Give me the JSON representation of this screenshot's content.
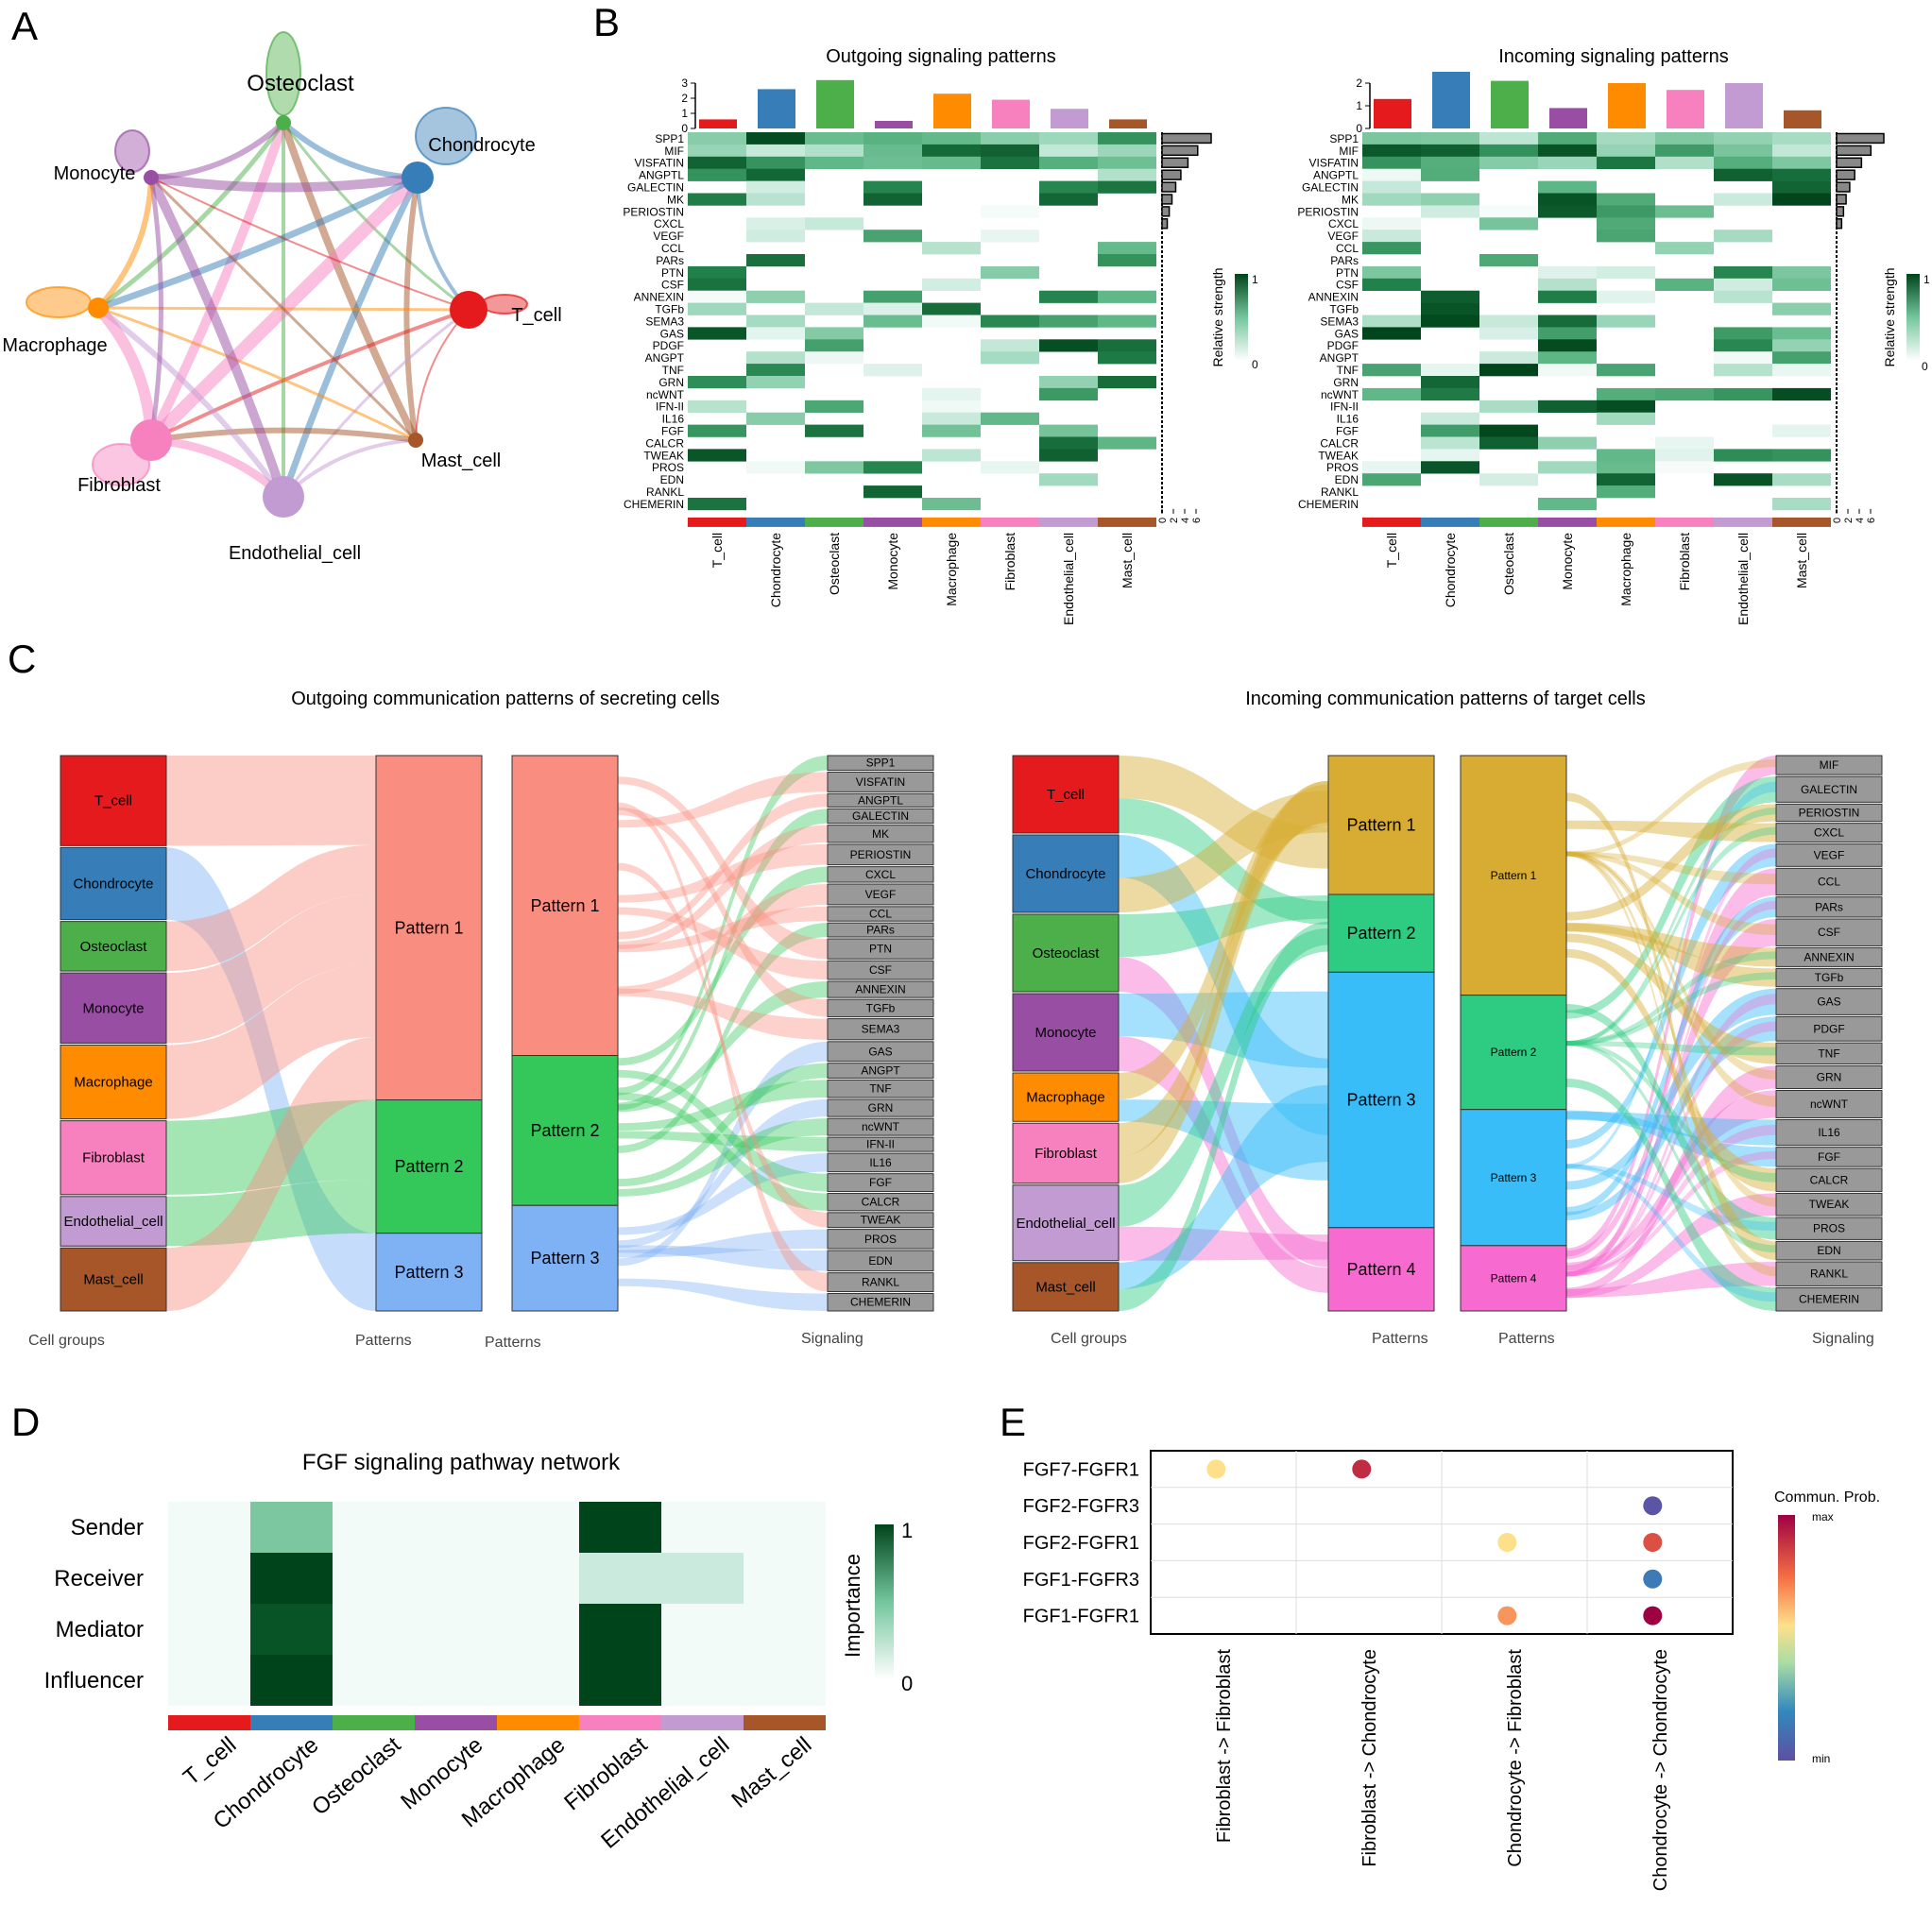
{
  "panels": [
    "A",
    "B",
    "C",
    "D",
    "E"
  ],
  "cell_types": [
    "T_cell",
    "Chondrocyte",
    "Osteoclast",
    "Monocyte",
    "Macrophage",
    "Fibroblast",
    "Endothelial_cell",
    "Mast_cell"
  ],
  "cell_colors": [
    "#E41A1C",
    "#377EB8",
    "#4DAF4A",
    "#984EA3",
    "#FF8C00",
    "#F781BF",
    "#C39BD3",
    "#A65628"
  ],
  "panelA": {
    "nodes": [
      "Osteoclast",
      "Chondrocyte",
      "T_cell",
      "Mast_cell",
      "Endothelial_cell",
      "Fibroblast",
      "Macrophage",
      "Monocyte"
    ]
  },
  "panelB": {
    "outgoing_title": "Outgoing signaling patterns",
    "incoming_title": "Incoming signaling patterns",
    "legend_label": "Relative strength",
    "legend_max": "1",
    "legend_min": "0",
    "outgoing_pathways": [
      "SPP1",
      "MIF",
      "VISFATIN",
      "ANGPTL",
      "GALECTIN",
      "MK",
      "PERIOSTIN",
      "CXCL",
      "VEGF",
      "CCL",
      "PARs",
      "PTN",
      "CSF",
      "ANNEXIN",
      "TGFb",
      "SEMA3",
      "GAS",
      "PDGF",
      "ANGPT",
      "TNF",
      "GRN",
      "ncWNT",
      "IFN-II",
      "IL16",
      "FGF",
      "CALCR",
      "TWEAK",
      "PROS",
      "EDN",
      "RANKL",
      "CHEMERIN"
    ],
    "incoming_pathways": [
      "SPP1",
      "MIF",
      "VISFATIN",
      "ANGPTL",
      "GALECTIN",
      "MK",
      "PERIOSTIN",
      "CXCL",
      "VEGF",
      "CCL",
      "PARs",
      "PTN",
      "CSF",
      "ANNEXIN",
      "TGFb",
      "SEMA3",
      "GAS",
      "PDGF",
      "ANGPT",
      "TNF",
      "GRN",
      "ncWNT",
      "IFN-II",
      "IL16",
      "FGF",
      "CALCR",
      "TWEAK",
      "PROS",
      "EDN",
      "RANKL",
      "CHEMERIN"
    ],
    "outgoing_top_values": [
      0.6,
      2.6,
      3.2,
      0.5,
      2.3,
      1.9,
      1.3,
      0.6
    ],
    "outgoing_top_ticks": [
      "0",
      "1",
      "2",
      "3"
    ],
    "incoming_top_values": [
      1.3,
      2.5,
      2.1,
      0.9,
      2.0,
      1.7,
      2.0,
      0.8
    ],
    "incoming_top_ticks": [
      "0",
      "1",
      "2"
    ],
    "side_ticks": [
      "0",
      "2",
      "4",
      "6"
    ]
  },
  "panelC": {
    "outgoing_title": "Outgoing communication patterns of secreting cells",
    "incoming_title": "Incoming communication patterns of target cells",
    "label_cell_groups": "Cell groups",
    "label_patterns": "Patterns",
    "label_signaling": "Signaling",
    "out_patterns": [
      "Pattern 1",
      "Pattern 2",
      "Pattern 3"
    ],
    "out_signaling": [
      "SPP1",
      "VISFATIN",
      "ANGPTL",
      "GALECTIN",
      "MK",
      "PERIOSTIN",
      "CXCL",
      "VEGF",
      "CCL",
      "PARs",
      "PTN",
      "CSF",
      "ANNEXIN",
      "TGFb",
      "SEMA3",
      "GAS",
      "ANGPT",
      "TNF",
      "GRN",
      "ncWNT",
      "IFN-II",
      "IL16",
      "FGF",
      "CALCR",
      "TWEAK",
      "PROS",
      "EDN",
      "RANKL",
      "CHEMERIN"
    ],
    "in_patterns": [
      "Pattern 1",
      "Pattern 2",
      "Pattern 3",
      "Pattern 4"
    ],
    "in_signaling": [
      "MIF",
      "GALECTIN",
      "PERIOSTIN",
      "CXCL",
      "VEGF",
      "CCL",
      "PARs",
      "CSF",
      "ANNEXIN",
      "TGFb",
      "GAS",
      "PDGF",
      "TNF",
      "GRN",
      "ncWNT",
      "IL16",
      "FGF",
      "CALCR",
      "TWEAK",
      "PROS",
      "EDN",
      "RANKL",
      "CHEMERIN"
    ]
  },
  "panelD": {
    "title": "FGF signaling pathway network",
    "rows": [
      "Sender",
      "Receiver",
      "Mediator",
      "Influencer"
    ],
    "legend_label": "Importance",
    "legend_max": "1",
    "legend_min": "0"
  },
  "panelE": {
    "legend_title": "Commun. Prob.",
    "legend_max": "max",
    "legend_min": "min",
    "rows": [
      "FGF7-FGFR1",
      "FGF2-FGFR3",
      "FGF2-FGFR1",
      "FGF1-FGFR3",
      "FGF1-FGFR1"
    ],
    "cols": [
      "Fibroblast -> Fibroblast",
      "Fibroblast -> Chondrocyte",
      "Chondrocyte -> Fibroblast",
      "Chondrocyte -> Chondrocyte"
    ]
  },
  "chart_data": [
    {
      "type": "heatmap",
      "title": "FGF signaling pathway network",
      "rows": [
        "Sender",
        "Receiver",
        "Mediator",
        "Influencer"
      ],
      "cols": [
        "T_cell",
        "Chondrocyte",
        "Osteoclast",
        "Monocyte",
        "Macrophage",
        "Fibroblast",
        "Endothelial_cell",
        "Mast_cell"
      ],
      "values": [
        [
          0,
          0.5,
          0,
          0,
          0,
          1,
          0,
          0
        ],
        [
          0,
          1,
          0,
          0,
          0,
          0.25,
          0.25,
          0
        ],
        [
          0,
          0.95,
          0,
          0,
          0,
          1,
          0,
          0
        ],
        [
          0,
          1,
          0,
          0,
          0,
          1,
          0,
          0
        ]
      ],
      "legend_label": "Importance",
      "range": [
        0,
        1
      ]
    },
    {
      "type": "scatter",
      "legend_title": "Commun. Prob.",
      "rows": [
        "FGF7-FGFR1",
        "FGF2-FGFR3",
        "FGF2-FGFR1",
        "FGF1-FGFR3",
        "FGF1-FGFR1"
      ],
      "cols": [
        "Fibroblast -> Fibroblast",
        "Fibroblast -> Chondrocyte",
        "Chondrocyte -> Fibroblast",
        "Chondrocyte -> Chondrocyte"
      ],
      "points": [
        {
          "row": "FGF7-FGFR1",
          "col": "Fibroblast -> Fibroblast",
          "value": 0.55
        },
        {
          "row": "FGF7-FGFR1",
          "col": "Fibroblast -> Chondrocyte",
          "value": 0.9
        },
        {
          "row": "FGF2-FGFR3",
          "col": "Chondrocyte -> Chondrocyte",
          "value": 0.02
        },
        {
          "row": "FGF2-FGFR1",
          "col": "Chondrocyte -> Fibroblast",
          "value": 0.55
        },
        {
          "row": "FGF2-FGFR1",
          "col": "Chondrocyte -> Chondrocyte",
          "value": 0.82
        },
        {
          "row": "FGF1-FGFR3",
          "col": "Chondrocyte -> Chondrocyte",
          "value": 0.15
        },
        {
          "row": "FGF1-FGFR1",
          "col": "Chondrocyte -> Fibroblast",
          "value": 0.68
        },
        {
          "row": "FGF1-FGFR1",
          "col": "Chondrocyte -> Chondrocyte",
          "value": 1.0
        }
      ]
    }
  ]
}
